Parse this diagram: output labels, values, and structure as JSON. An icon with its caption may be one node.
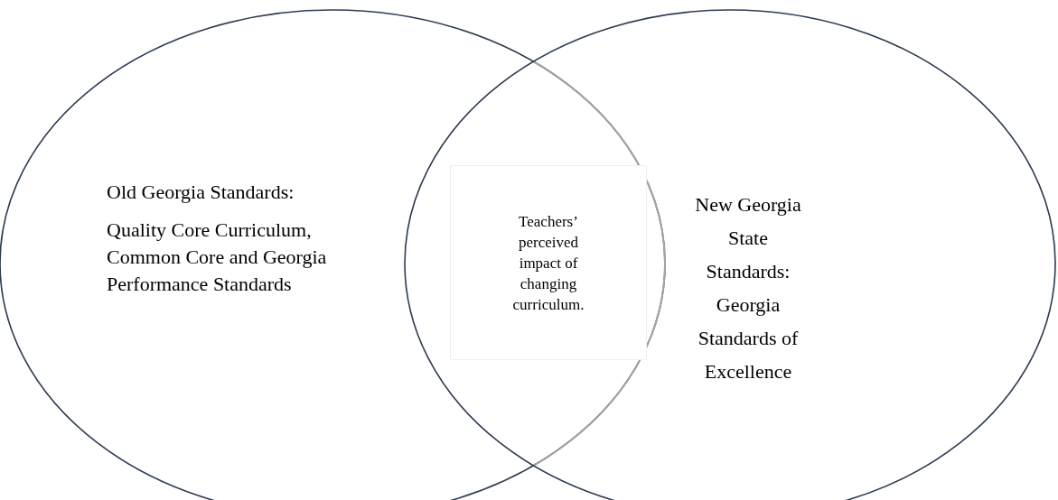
{
  "diagram": {
    "nodes": [
      {
        "text": [
          "Old Georgia Standards:",
          "Quality Core Curriculum, Common Core and Georgia Performance Standards"
        ]
      },
      {
        "text": [
          "New Georgia State Standards: Georgia Standards of Excellence"
        ]
      },
      {
        "text": [
          "Teachers’ perceived impact of changing curriculum."
        ]
      }
    ]
  }
}
